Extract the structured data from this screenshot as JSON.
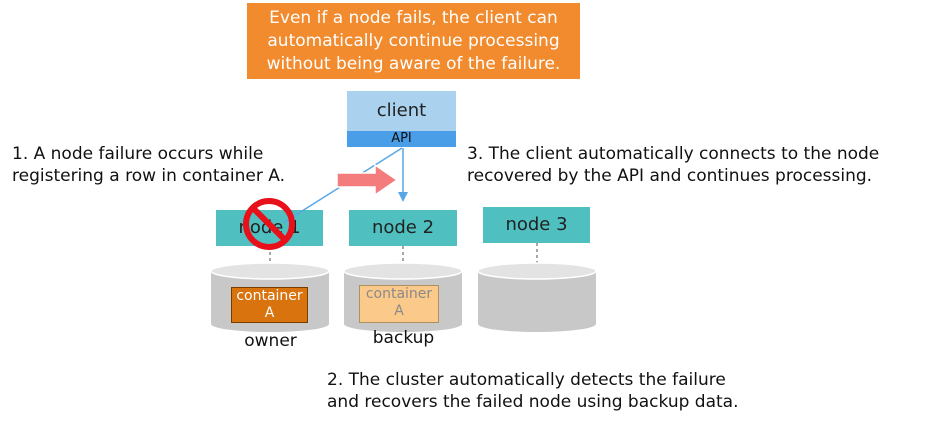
{
  "banner": {
    "lines": [
      "Even if a node fails, the client can",
      "automatically continue processing",
      "without being aware of the failure."
    ]
  },
  "client": {
    "label": "client",
    "api": "API"
  },
  "steps": {
    "step1": [
      "1. A node failure occurs while",
      "registering a row in container A."
    ],
    "step2": [
      "2. The cluster automatically detects the failure",
      "and recovers the failed node using backup data."
    ],
    "step3": [
      "3. The client automatically connects to the node",
      "recovered by the API and continues processing."
    ]
  },
  "nodes": [
    {
      "label": "node 1",
      "status": "failed"
    },
    {
      "label": "node 2",
      "status": "active"
    },
    {
      "label": "node 3",
      "status": "active"
    }
  ],
  "disks": [
    {
      "container_label": "container",
      "container_id": "A",
      "role": "owner"
    },
    {
      "container_label": "container",
      "container_id": "A",
      "role": "backup"
    },
    {
      "container_label": "",
      "container_id": "",
      "role": ""
    }
  ],
  "colors": {
    "banner": "#f28a2e",
    "client": "#aad2ee",
    "api": "#4a9ee8",
    "node": "#4fbfbf",
    "disk": "#c8c8c8",
    "owner_container": "#d9730d",
    "backup_container": "#fbc98a",
    "failure_mark": "#e8101a",
    "failover_arrow": "#f47c7c",
    "client_arrow": "#5aa7e6"
  },
  "icons": [
    "prohibited-icon",
    "failover-arrow-icon"
  ]
}
